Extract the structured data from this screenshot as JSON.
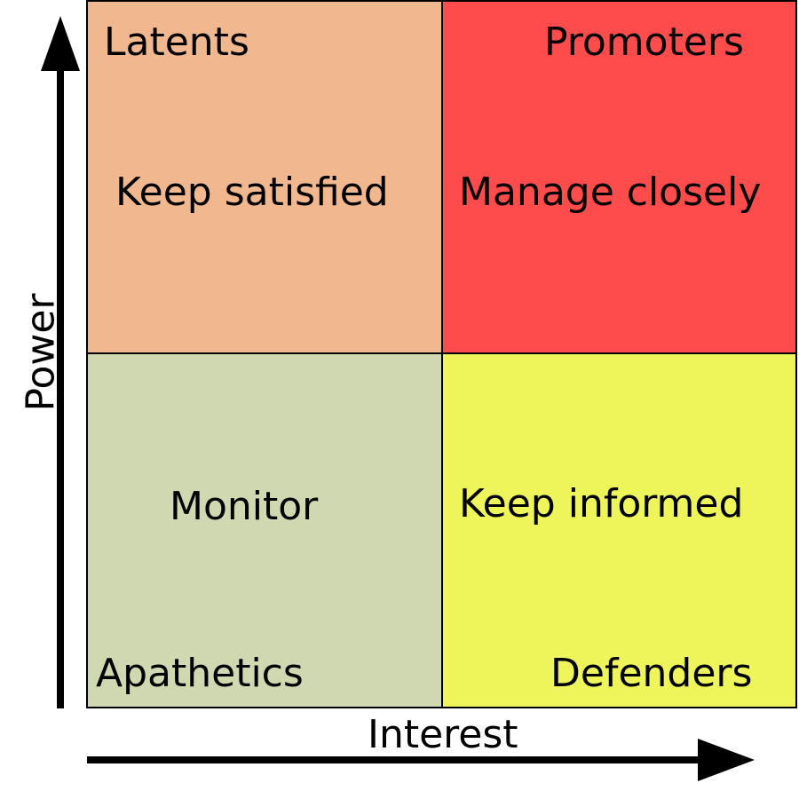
{
  "colors": {
    "top_left": "#f1b78f",
    "top_right": "#fe4b4c",
    "bottom_left": "#d0d8b2",
    "bottom_right": "#eef55a"
  },
  "quadrants": {
    "top_left": {
      "corner_label": "Latents",
      "action": "Keep satisfied"
    },
    "top_right": {
      "corner_label": "Promoters",
      "action": "Manage closely"
    },
    "bottom_left": {
      "corner_label": "Apathetics",
      "action": "Monitor"
    },
    "bottom_right": {
      "corner_label": "Defenders",
      "action": "Keep informed"
    }
  },
  "axes": {
    "y_label": "Power",
    "x_label": "Interest"
  }
}
